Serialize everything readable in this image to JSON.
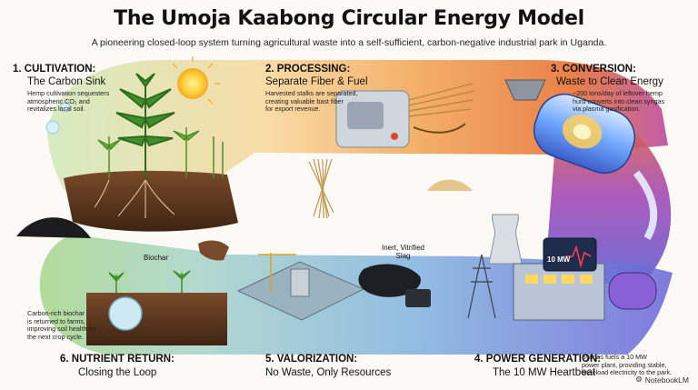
{
  "title": "The Umoja Kaabong Circular Energy Model",
  "subtitle": "A pioneering closed-loop system turning agricultural waste into a self-sufficient, carbon-negative industrial park in Uganda.",
  "steps": [
    {
      "heading": "1. CULTIVATION:",
      "subheading": "The Carbon Sink",
      "description": [
        "Hemp cultivation sequesters",
        "atmospheric CO₂ and",
        "revitalizes local soil."
      ]
    },
    {
      "heading": "2. PROCESSING:",
      "subheading": "Separate Fiber & Fuel",
      "description": [
        "Harvested stalks are separated,",
        "creating valuable bast fiber",
        "for export revenue."
      ]
    },
    {
      "heading": "3. CONVERSION:",
      "subheading": "Waste to Clean Energy",
      "description": [
        "~200 tons/day of leftover hemp",
        "hurd converts into clean syngas",
        "via plasma gasification."
      ]
    },
    {
      "heading": "4. POWER GENERATION:",
      "subheading": "The 10 MW Heartbeat",
      "description": [
        "Syngas fuels a 10 MW",
        "power plant, providing stable,",
        "baseload electricity to the park."
      ]
    },
    {
      "heading": "5. VALORIZATION:",
      "subheading": "No Waste, Only Resources",
      "description": []
    },
    {
      "heading": "6. NUTRIENT RETURN:",
      "subheading": "Closing the Loop",
      "description": [
        "Carbon-rich biochar",
        "is returned to farms,",
        "improving soil health for",
        "the next crop cycle."
      ]
    }
  ],
  "labels": {
    "biochar": "Biochar",
    "slag": [
      "Inert, Vitrified",
      "Slag"
    ],
    "monitor": "10 MW"
  },
  "branding": "NotebookLM",
  "colors": {
    "cultivation": "#bfe3a8",
    "processing": "#f6b45a",
    "conversion": "#e9782e",
    "power": "#6a5bd3",
    "valorization": "#7fb4d8",
    "nutrient": "#9ccf7a"
  }
}
